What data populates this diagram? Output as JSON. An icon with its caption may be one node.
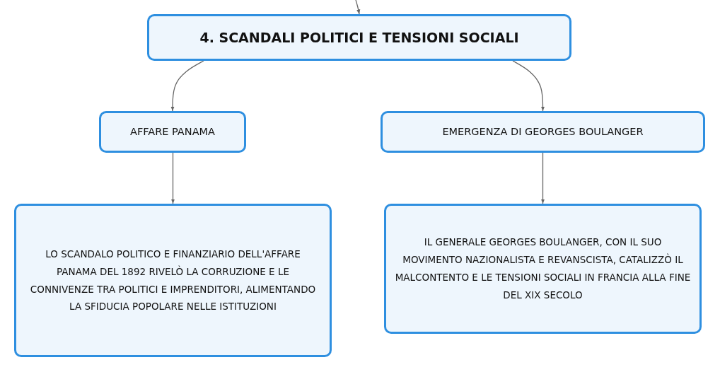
{
  "diagram": {
    "nodes": [
      {
        "text": [
          "4. SCANDALI POLITICI E TENSIONI SOCIALI"
        ]
      },
      {
        "text": [
          "AFFARE PANAMA"
        ]
      },
      {
        "text": [
          "EMERGENZA DI GEORGES BOULANGER"
        ]
      },
      {
        "text": [
          "LO SCANDALO POLITICO E FINANZIARIO DELL'AFFARE PANAMA DEL 1892 RIVELÒ LA CORRUZIONE E LE CONNIVENZE TRA POLITICI E IMPRENDITORI, ALIMENTANDO LA SFIDUCIA POPOLARE NELLE ISTITUZIONI"
        ]
      },
      {
        "text": [
          "IL GENERALE GEORGES BOULANGER, CON IL SUO MOVIMENTO NAZIONALISTA E REVANSCISTA, CATALIZZÒ IL MALCONTENTO E LE TENSIONI SOCIALI IN FRANCIA ALLA FINE DEL XIX SECOLO"
        ]
      }
    ],
    "edges": [
      {
        "from": null,
        "to": 0,
        "arrow": "to"
      },
      {
        "from": 0,
        "to": 1,
        "arrow": "to"
      },
      {
        "from": 0,
        "to": 2,
        "arrow": "to"
      },
      {
        "from": 1,
        "to": 3,
        "arrow": "to"
      },
      {
        "from": 2,
        "to": 4,
        "arrow": "to"
      }
    ]
  }
}
